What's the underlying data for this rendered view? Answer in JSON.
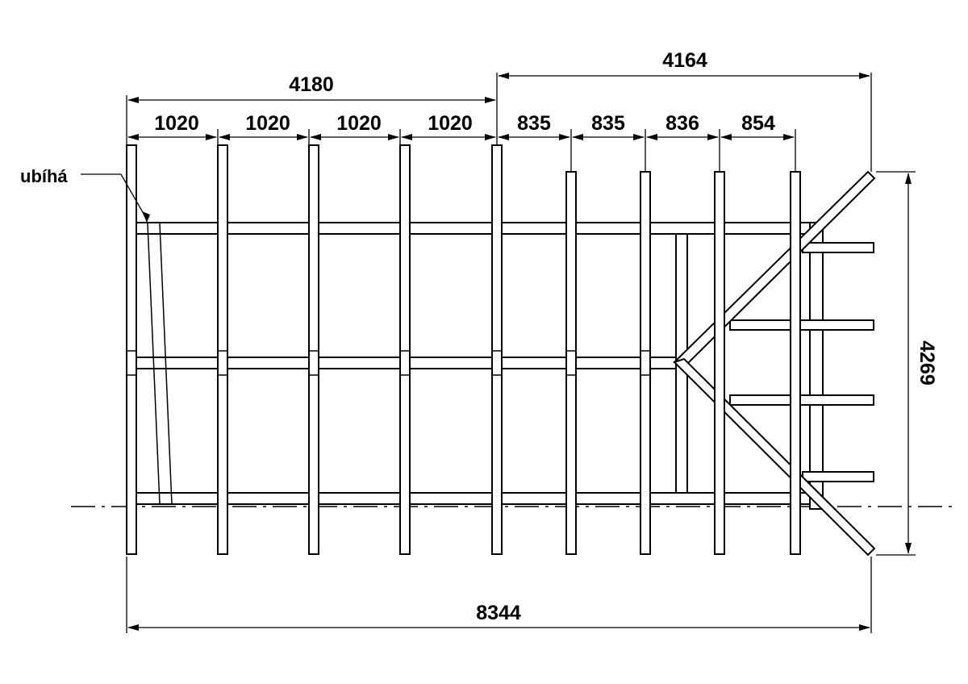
{
  "drawing": {
    "note_label": "ubíhá",
    "dimensions": {
      "overall_length": "8344",
      "left_section": "4180",
      "right_section": "4164",
      "width": "4269",
      "left_spacings": [
        "1020",
        "1020",
        "1020",
        "1020"
      ],
      "right_spacings": [
        "835",
        "835",
        "836",
        "854"
      ]
    },
    "stroke_color": "#000000",
    "background_color": "#ffffff"
  }
}
